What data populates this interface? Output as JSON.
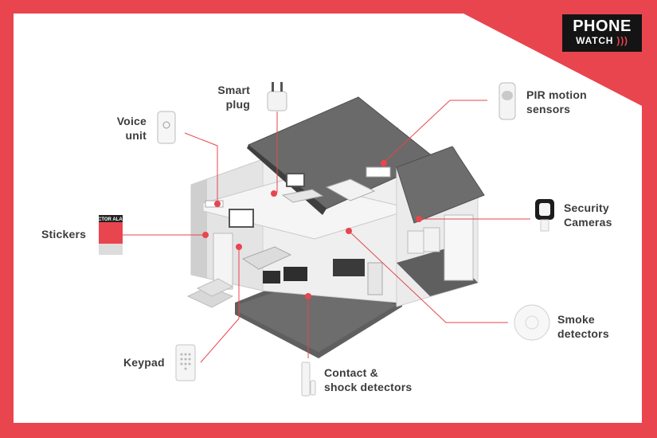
{
  "brand": {
    "logo_line1": "PHONE",
    "logo_line2": "WATCH"
  },
  "colors": {
    "accent": "#e8454f",
    "house_grey": "#d6d6d6",
    "floor": "#5f5f5f",
    "roof": "#6a6a6a",
    "label_text": "#3c3c3c"
  },
  "devices": {
    "smart_plug": {
      "line1": "Smart",
      "line2": "plug",
      "icon": "smart-plug-icon"
    },
    "voice_unit": {
      "line1": "Voice",
      "line2": "unit",
      "icon": "voice-unit-icon"
    },
    "pir": {
      "line1": "PIR motion",
      "line2": "sensors",
      "icon": "pir-sensor-icon"
    },
    "stickers": {
      "line1": "Stickers",
      "icon": "sticker-icon",
      "sticker_text": "SECTOR ALARM"
    },
    "security_cameras": {
      "line1": "Security",
      "line2": "Cameras",
      "icon": "camera-icon"
    },
    "smoke": {
      "line1": "Smoke",
      "line2": "detectors",
      "icon": "smoke-detector-icon"
    },
    "keypad": {
      "line1": "Keypad",
      "icon": "keypad-icon"
    },
    "contact": {
      "line1": "Contact &",
      "line2": "shock detectors",
      "icon": "contact-detector-icon"
    }
  }
}
